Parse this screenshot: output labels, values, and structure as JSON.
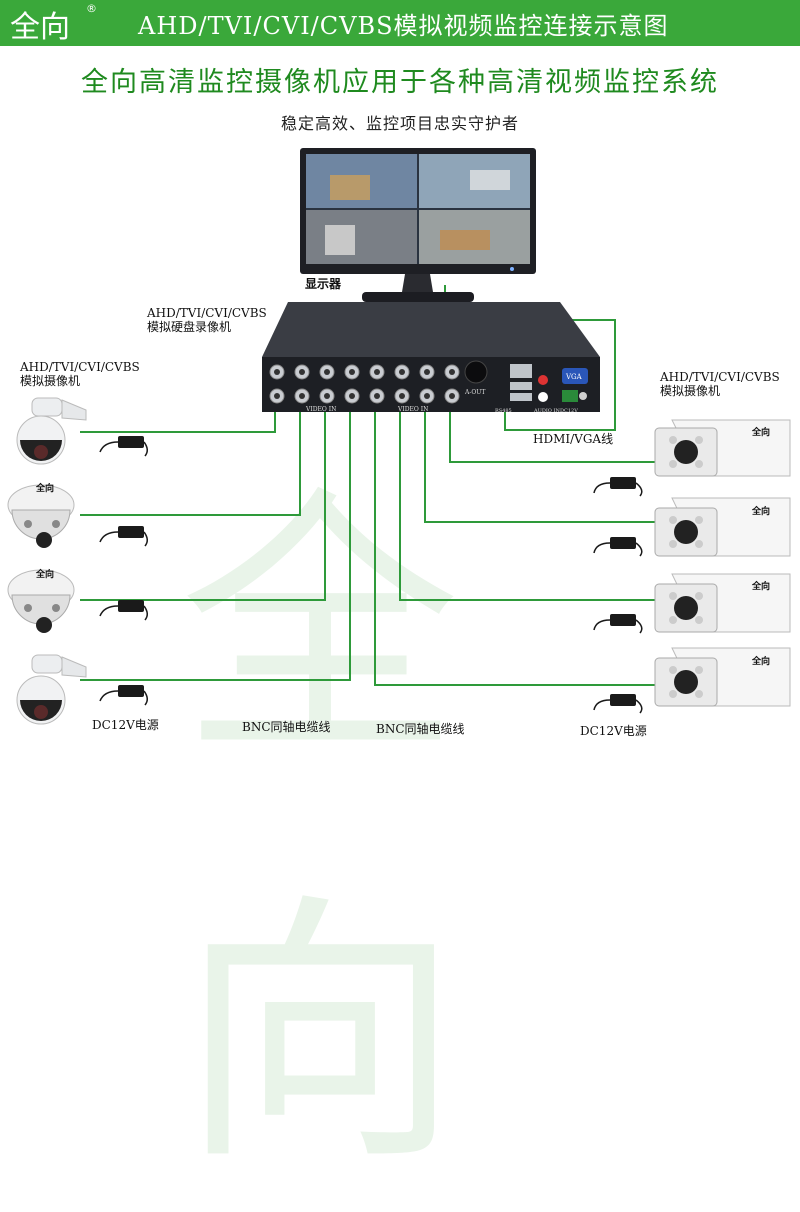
{
  "header": {
    "brand": "全向",
    "registered_mark": "®",
    "title": "AHD/TVI/CVI/CVBS模拟视频监控连接示意图",
    "bg_color": "#3aa83a"
  },
  "subtitle": "全向高清监控摄像机应用于各种高清视频监控系统",
  "tagline": "稳定高效、监控项目忠实守护者",
  "watermark": "全向",
  "labels": {
    "monitor": "显示器",
    "dvr": "AHD/TVI/CVI/CVBS\n模拟硬盘录像机",
    "left_cameras": "AHD/TVI/CVI/CVBS\n模拟摄像机",
    "right_cameras": "AHD/TVI/CVI/CVBS\n模拟摄像机",
    "hdmi_vga": "HDMI/VGA线",
    "dc_left": "DC12V电源",
    "bnc_left": "BNC同轴电缆线",
    "bnc_right": "BNC同轴电缆线",
    "dc_right": "DC12V电源",
    "dvr_ports": {
      "video_in": "VIDEO IN",
      "a_out": "A-OUT",
      "audio_in": "AUDIO IN",
      "vga": "VGA",
      "dc12v": "DC12V",
      "lan": "RS485"
    },
    "camera_brand": "全向"
  },
  "colors": {
    "cable": "#2e9a3a",
    "accent": "#3aa83a"
  }
}
